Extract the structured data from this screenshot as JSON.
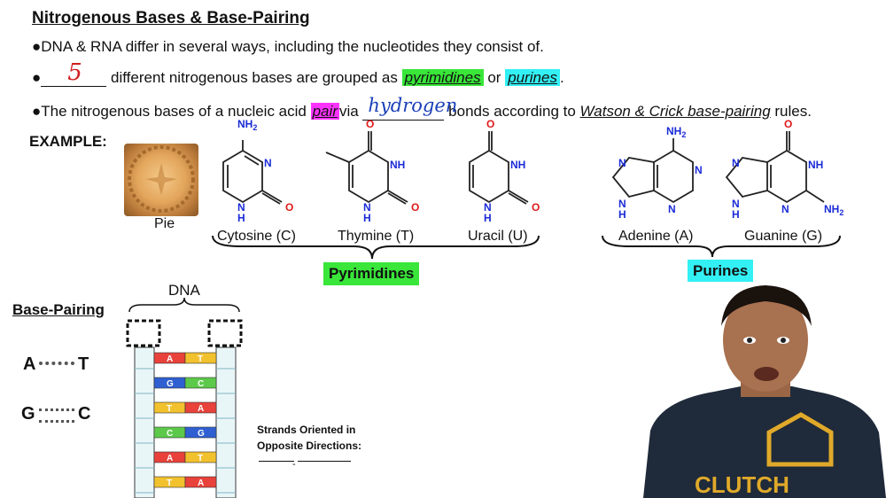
{
  "title": "Nitrogenous Bases & Base-Pairing",
  "bullets": {
    "b1": "DNA & RNA differ in several ways, including the nucleotides they consist of.",
    "b2_handwritten": "5",
    "b2_text": "different nitrogenous bases are grouped as",
    "b2_pyrimidines": "pyrimidines",
    "b2_or": "or",
    "b2_purines": "purines",
    "b2_end": ".",
    "b3_start": "The nitrogenous bases of a nucleic acid",
    "b3_pair": "pair",
    "b3_via": "via",
    "b3_handwritten": "hydrogen",
    "b3_bonds": "bonds according to",
    "b3_rules_link": "Watson & Crick base-pairing",
    "b3_end": "rules.",
    "bullet_char": "●"
  },
  "example": {
    "label": "EXAMPLE:",
    "pie_caption": "Pie",
    "molecules": [
      "Cytosine (C)",
      "Thymine (T)",
      "Uracil (U)",
      "Adenine (A)",
      "Guanine (G)"
    ],
    "group_pyrimidines": "Pyrimidines",
    "group_purines": "Purines",
    "atoms": {
      "nh2": "NH",
      "two": "2",
      "n": "N",
      "nh": "NH",
      "h": "H",
      "o": "O"
    }
  },
  "base_pairing": {
    "heading": "Base-Pairing",
    "pair1_left": "A",
    "pair1_right": "T",
    "pair2_left": "G",
    "pair2_right": "C",
    "dna_label": "DNA",
    "rungs": [
      [
        "A",
        "T"
      ],
      [
        "G",
        "C"
      ],
      [
        "T",
        "A"
      ],
      [
        "C",
        "G"
      ],
      [
        "A",
        "T"
      ],
      [
        "T",
        "A"
      ]
    ],
    "strands_line1": "Strands Oriented in",
    "strands_line2": "Opposite Directions:",
    "strands_dash": "-"
  },
  "presenter": {
    "shirt_text": "CLUTCH"
  },
  "colors": {
    "highlight_green": "#39e639",
    "highlight_cyan": "#33f0f5",
    "highlight_magenta": "#ff33ff",
    "nitrogen_blue": "#1a2bd6",
    "oxygen_red": "#e01a1a",
    "ink_red": "#d02020",
    "ink_blue": "#1a3fb8",
    "rung_red": "#e8423a",
    "rung_yellow": "#f2c12e",
    "rung_blue": "#2f5fd1",
    "rung_green": "#5cc94a"
  }
}
